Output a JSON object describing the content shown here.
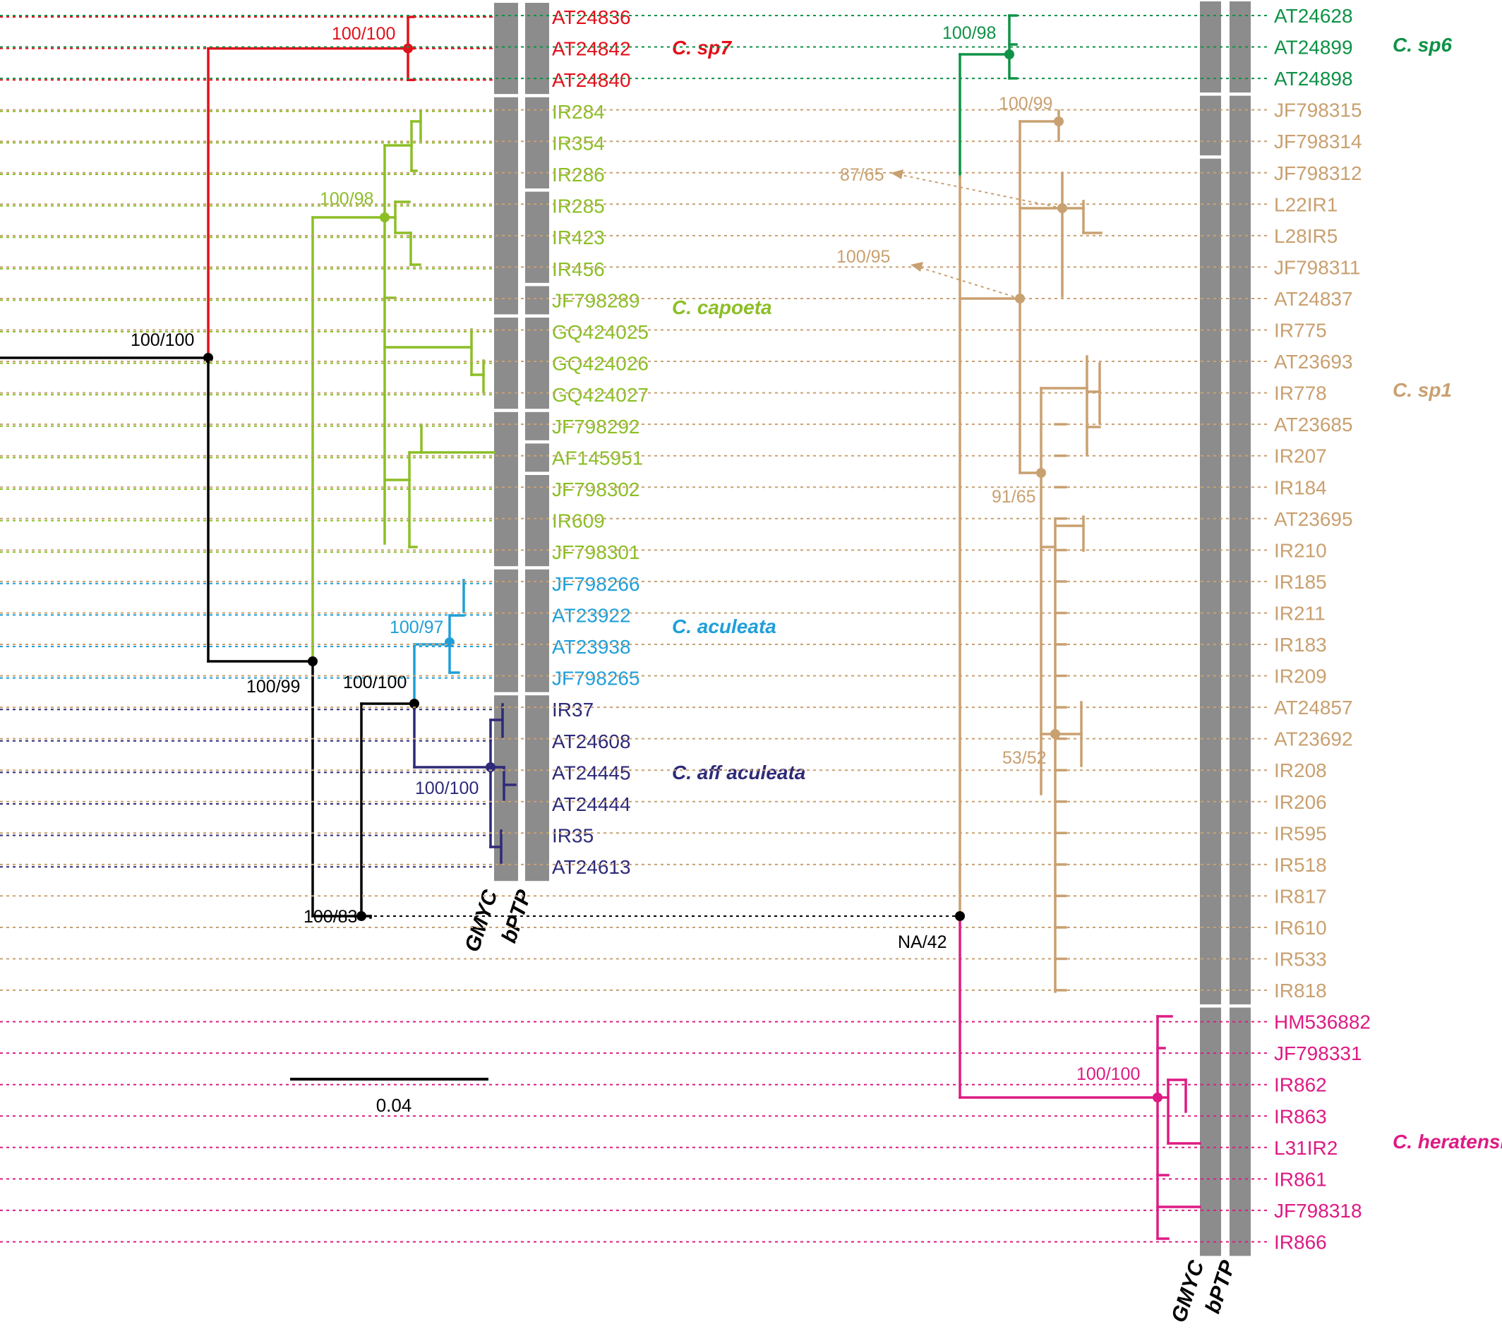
{
  "colors": {
    "sp7": "#e2101a",
    "capoeta": "#8cbe26",
    "aculeata": "#1f9fd8",
    "aff_aculeata": "#2e2a78",
    "sp6": "#0e9246",
    "sp1": "#c9a070",
    "heratensis": "#dd1b84",
    "bar": "#8c8c8c",
    "backbone": "#000000"
  },
  "clades": {
    "sp7": {
      "name": "C. sp7",
      "support": "100/100",
      "tips": [
        "AT24836",
        "AT24842",
        "AT24840"
      ]
    },
    "capoeta": {
      "name": "C. capoeta",
      "support": "100/98",
      "tips": [
        "IR284",
        "IR354",
        "IR286",
        "IR285",
        "IR423",
        "IR456",
        "JF798289",
        "GQ424025",
        "GQ424026",
        "GQ424027",
        "JF798292",
        "AF145951",
        "JF798302",
        "IR609",
        "JF798301"
      ]
    },
    "aculeata": {
      "name": "C. aculeata",
      "support": "100/97",
      "tips": [
        "JF798266",
        "AT23922",
        "AT23938",
        "JF798265"
      ]
    },
    "aff_aculeata": {
      "name": "C. aff aculeata",
      "support": "100/100",
      "tips": [
        "IR37",
        "AT24608",
        "AT24445",
        "AT24444",
        "IR35",
        "AT24613"
      ]
    },
    "sp6": {
      "name": "C. sp6",
      "support": "100/98",
      "tips": [
        "AT24628",
        "AT24899",
        "AT24898"
      ]
    },
    "sp1": {
      "name": "C. sp1",
      "tips": [
        "JF798315",
        "JF798314",
        "JF798312",
        "L22IR1",
        "L28IR5",
        "JF798311",
        "AT24837",
        "IR775",
        "AT23693",
        "IR778",
        "AT23685",
        "IR207",
        "IR184",
        "AT23695",
        "IR210",
        "IR185",
        "IR211",
        "IR183",
        "IR209",
        "AT24857",
        "AT23692",
        "IR208",
        "IR206",
        "IR595",
        "IR518",
        "IR817",
        "IR610",
        "IR533",
        "IR818"
      ]
    },
    "heratensis": {
      "name": "C. heratensis",
      "support": "100/100",
      "tips": [
        "HM536882",
        "JF798331",
        "IR862",
        "IR863",
        "L31IR2",
        "IR861",
        "JF798318",
        "IR866"
      ]
    }
  },
  "supports": {
    "root": "100/100",
    "aculeata_group": "100/99",
    "aculeata_pair": "100/100",
    "aff_aculeata_sub": "100/100",
    "deep_split": "100/83",
    "right_root": "NA/42",
    "sp1_a": "100/99",
    "sp1_b": "87/65",
    "sp1_c": "100/95",
    "sp1_d": "91/65",
    "sp1_e": "53/52"
  },
  "methods": {
    "left": [
      "GMYC",
      "bPTP"
    ],
    "right": [
      "GMYC",
      "bPTP"
    ]
  },
  "scale_bar": {
    "label": "0.04"
  }
}
